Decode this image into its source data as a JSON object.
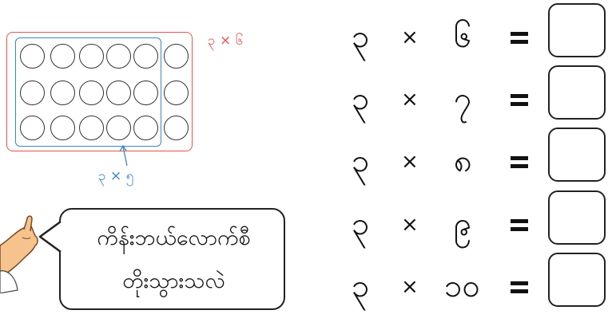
{
  "figure": {
    "red_label": "၃ × ၆",
    "blue_label": "၃ × ၅",
    "rows": 3,
    "blue_columns": 5,
    "red_columns": 6
  },
  "speech": {
    "line1": "ကိန်းဘယ်လောက်စီ",
    "line2": "တိုးသွားသလဲ"
  },
  "equations": [
    {
      "left": "၃",
      "op": "×",
      "right": "၆",
      "equals": "="
    },
    {
      "left": "၃",
      "op": "×",
      "right": "၇",
      "equals": "="
    },
    {
      "left": "၃",
      "op": "×",
      "right": "၈",
      "equals": "="
    },
    {
      "left": "၃",
      "op": "×",
      "right": "၉",
      "equals": "="
    },
    {
      "left": "၃",
      "op": "×",
      "right": "၁၀",
      "equals": "="
    }
  ],
  "colors": {
    "red": "#e8534f",
    "blue": "#3a86c8"
  }
}
